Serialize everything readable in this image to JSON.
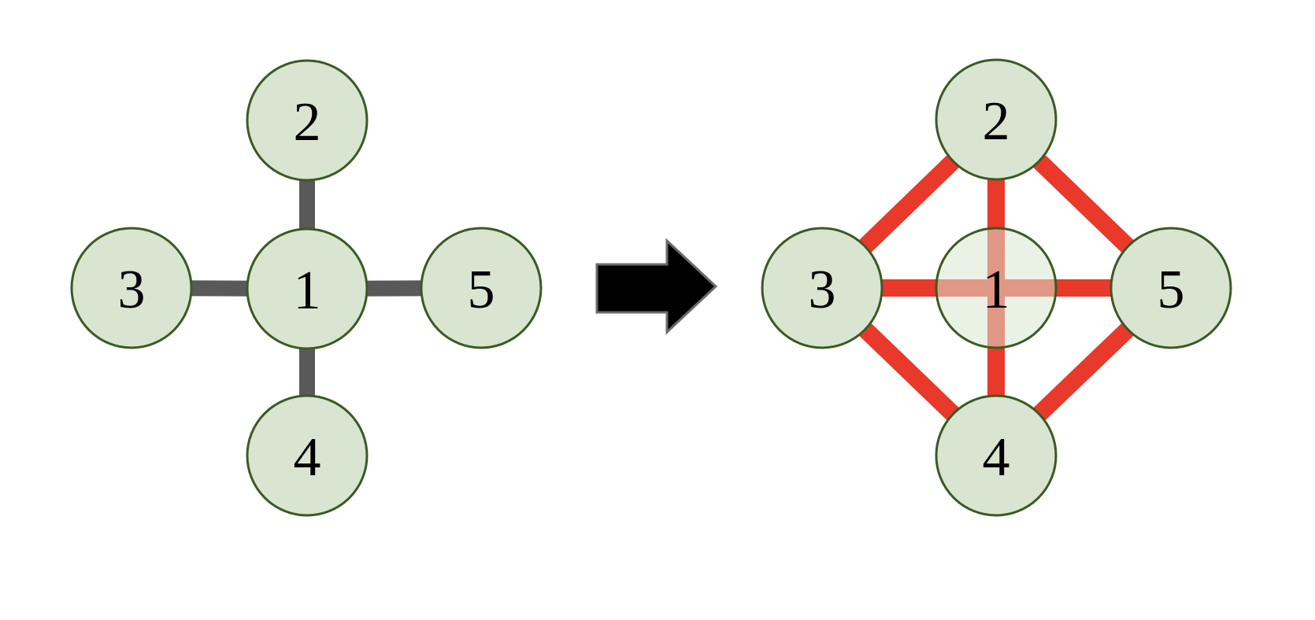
{
  "title": "star graph to neighbor clique transformation",
  "colors": {
    "background": "#ffffff",
    "node_fill": "#d9e5d0",
    "node_fill_faded": "rgba(217,229,208,0.55)",
    "node_border": "#3a5a22",
    "gray_edge": "#595959",
    "red_edge": "#e8392a",
    "arrow_fill": "#000000",
    "arrow_outline": "#6b6b6b",
    "label_color": "#000000"
  },
  "left_graph": {
    "name": "star graph (before)",
    "nodes": [
      {
        "id": "1",
        "label": "1",
        "role": "center"
      },
      {
        "id": "2",
        "label": "2",
        "role": "leaf"
      },
      {
        "id": "3",
        "label": "3",
        "role": "leaf"
      },
      {
        "id": "4",
        "label": "4",
        "role": "leaf"
      },
      {
        "id": "5",
        "label": "5",
        "role": "leaf"
      }
    ],
    "edges": [
      [
        "1",
        "2"
      ],
      [
        "1",
        "3"
      ],
      [
        "1",
        "4"
      ],
      [
        "1",
        "5"
      ]
    ],
    "edge_style": "gray"
  },
  "arrow": {
    "name": "transformation arrow",
    "direction": "right"
  },
  "right_graph": {
    "name": "neighbor clique (after)",
    "nodes": [
      {
        "id": "1",
        "label": "1",
        "role": "center",
        "faded": true
      },
      {
        "id": "2",
        "label": "2",
        "role": "leaf"
      },
      {
        "id": "3",
        "label": "3",
        "role": "leaf"
      },
      {
        "id": "4",
        "label": "4",
        "role": "leaf"
      },
      {
        "id": "5",
        "label": "5",
        "role": "leaf"
      }
    ],
    "edges": [
      [
        "2",
        "3"
      ],
      [
        "2",
        "5"
      ],
      [
        "3",
        "4"
      ],
      [
        "4",
        "5"
      ],
      [
        "2",
        "4"
      ],
      [
        "3",
        "5"
      ]
    ],
    "edge_style": "red"
  }
}
